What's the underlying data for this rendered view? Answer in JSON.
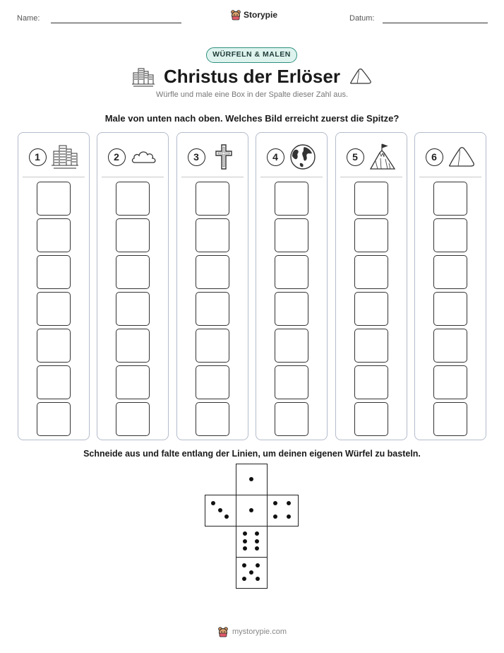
{
  "header": {
    "name_label": "Name:",
    "date_label": "Datum:",
    "brand": "Storypie",
    "brand_icon": "bear-icon"
  },
  "badge": "WÜRFELN & MALEN",
  "title": "Christus der Erlöser",
  "title_icons": [
    "city-icon",
    "mountain-icon"
  ],
  "subtitle": "Würfle und male eine Box in der Spalte dieser Zahl aus.",
  "instruction": "Male von unten nach oben. Welches Bild erreicht zuerst die Spitze?",
  "columns": [
    {
      "number": "1",
      "icon": "city-icon"
    },
    {
      "number": "2",
      "icon": "cloud-icon"
    },
    {
      "number": "3",
      "icon": "cross-icon"
    },
    {
      "number": "4",
      "icon": "globe-icon"
    },
    {
      "number": "5",
      "icon": "mountain-flag-icon"
    },
    {
      "number": "6",
      "icon": "mountain-icon"
    }
  ],
  "boxes_per_column": 7,
  "cut_instruction": "Schneide aus und falte entlang der Linien, um deinen eigenen Würfel zu basteln.",
  "die_faces": [
    1,
    3,
    1,
    4,
    6,
    5
  ],
  "footer": {
    "text": "mystorypie.com",
    "icon": "bear-icon"
  }
}
